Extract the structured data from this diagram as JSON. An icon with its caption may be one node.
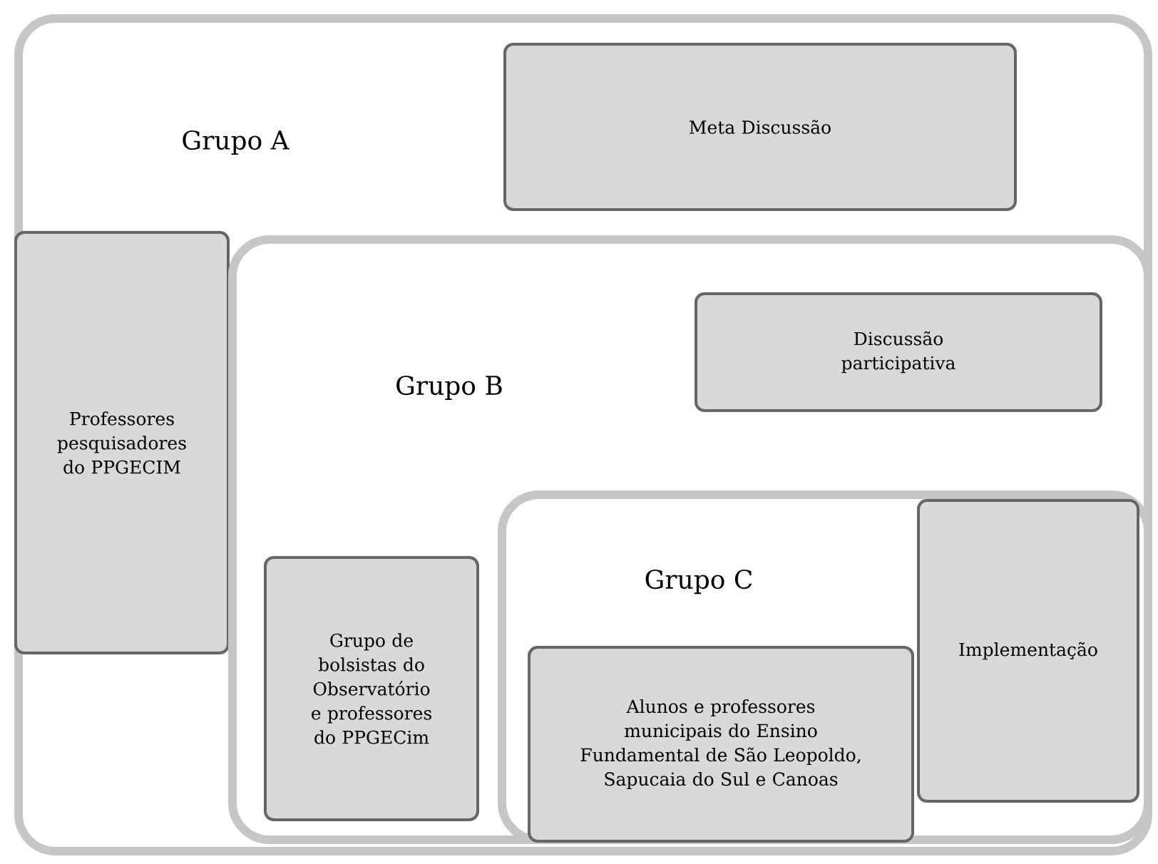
{
  "diagram": {
    "nodes": [
      {
        "text": [
          "Grupo A"
        ]
      },
      {
        "text": [
          "Meta Discussão"
        ],
        "in": 0
      },
      {
        "text": [
          "Professores pesquisadores do PPGECIM"
        ],
        "in": 0
      },
      {
        "text": [
          "Grupo B"
        ],
        "in": 0
      },
      {
        "text": [
          "Discussão participativa"
        ],
        "in": 3
      },
      {
        "text": [
          "Grupo de bolsistas do Observatório e professores do PPGECim"
        ],
        "in": 3
      },
      {
        "text": [
          "Grupo C"
        ],
        "in": 3
      },
      {
        "text": [
          "Implementação"
        ],
        "in": 6
      },
      {
        "text": [
          "Alunos e professores municipais do Ensino Fundamental de São Leopoldo, Sapucaia do Sul e Canoas"
        ],
        "in": 6
      }
    ]
  }
}
